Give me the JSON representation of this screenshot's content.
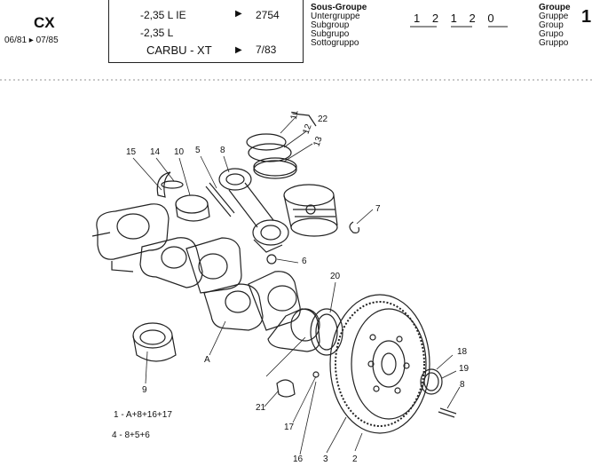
{
  "header": {
    "model": "CX",
    "date_range": "06/81 ▸ 07/85",
    "engine_lines": [
      {
        "text": "-2,35 L IE",
        "ref": "2754"
      },
      {
        "text": "-2,35 L",
        "ref": ""
      },
      {
        "text": "CARBU - XT",
        "ref": "7/83"
      }
    ],
    "subgroup_labels": [
      "Sous-Groupe",
      "Untergruppe",
      "Subgroup",
      "Subgrupo",
      "Sottogruppo"
    ],
    "subgroup_code": "1 2 1 2 0",
    "group_labels": [
      "Groupe",
      "Gruppe",
      "Group",
      "Grupo",
      "Gruppo"
    ],
    "group_number": "1"
  },
  "callouts": {
    "n22": "22",
    "n11": "11",
    "n12": "12",
    "n13": "13",
    "n15": "15",
    "n14": "14",
    "n10": "10",
    "n5": "5",
    "n8": "8",
    "n7": "7",
    "n6": "6",
    "n20": "20",
    "n18": "18",
    "n19": "19",
    "n8b": "8",
    "nA": "A",
    "n9": "9",
    "n21": "21",
    "n17": "17",
    "n16": "16",
    "n3": "3",
    "n2": "2"
  },
  "notes": {
    "line1": "1 - A+8+16+17",
    "line2": "4 - 8+5+6"
  }
}
